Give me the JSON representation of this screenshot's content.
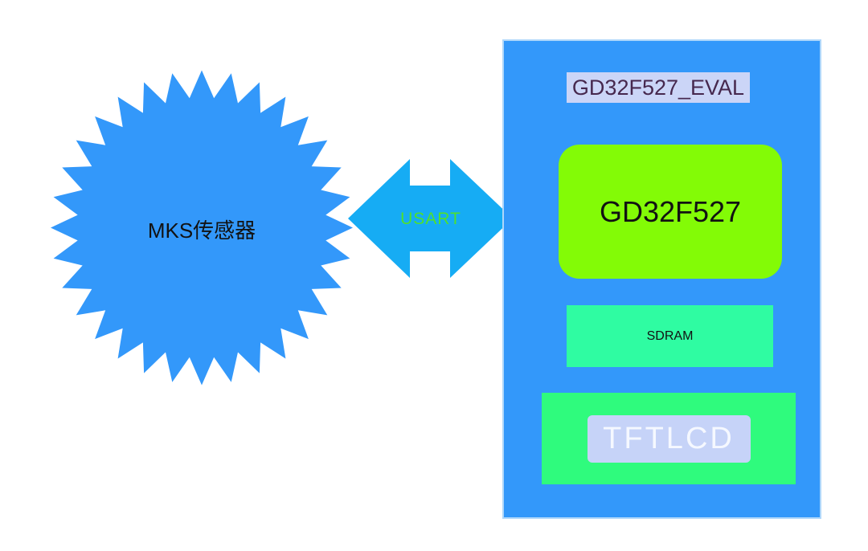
{
  "sensor": {
    "label": "MKS传感器"
  },
  "link": {
    "label": "USART"
  },
  "board": {
    "title": "GD32F527_EVAL",
    "mcu_label": "GD32F527",
    "sdram_label": "SDRAM",
    "tftlcd_label": "TFTLCD"
  },
  "colors": {
    "blue": "#3398FA",
    "arrow_blue": "#16ACF4",
    "mcu_green": "#83FB06",
    "sdram_mint": "#2FFCA2",
    "lcd_green": "#2FFB7D",
    "label_lavender": "#CBD5F7",
    "title_text": "#46284E",
    "usart_text": "#4FE12C",
    "lcd_label_bg": "#C6D3F8",
    "lcd_label_text": "#F5F8FF",
    "dark_text": "#121212",
    "panel_border": "#AFD7FA"
  }
}
